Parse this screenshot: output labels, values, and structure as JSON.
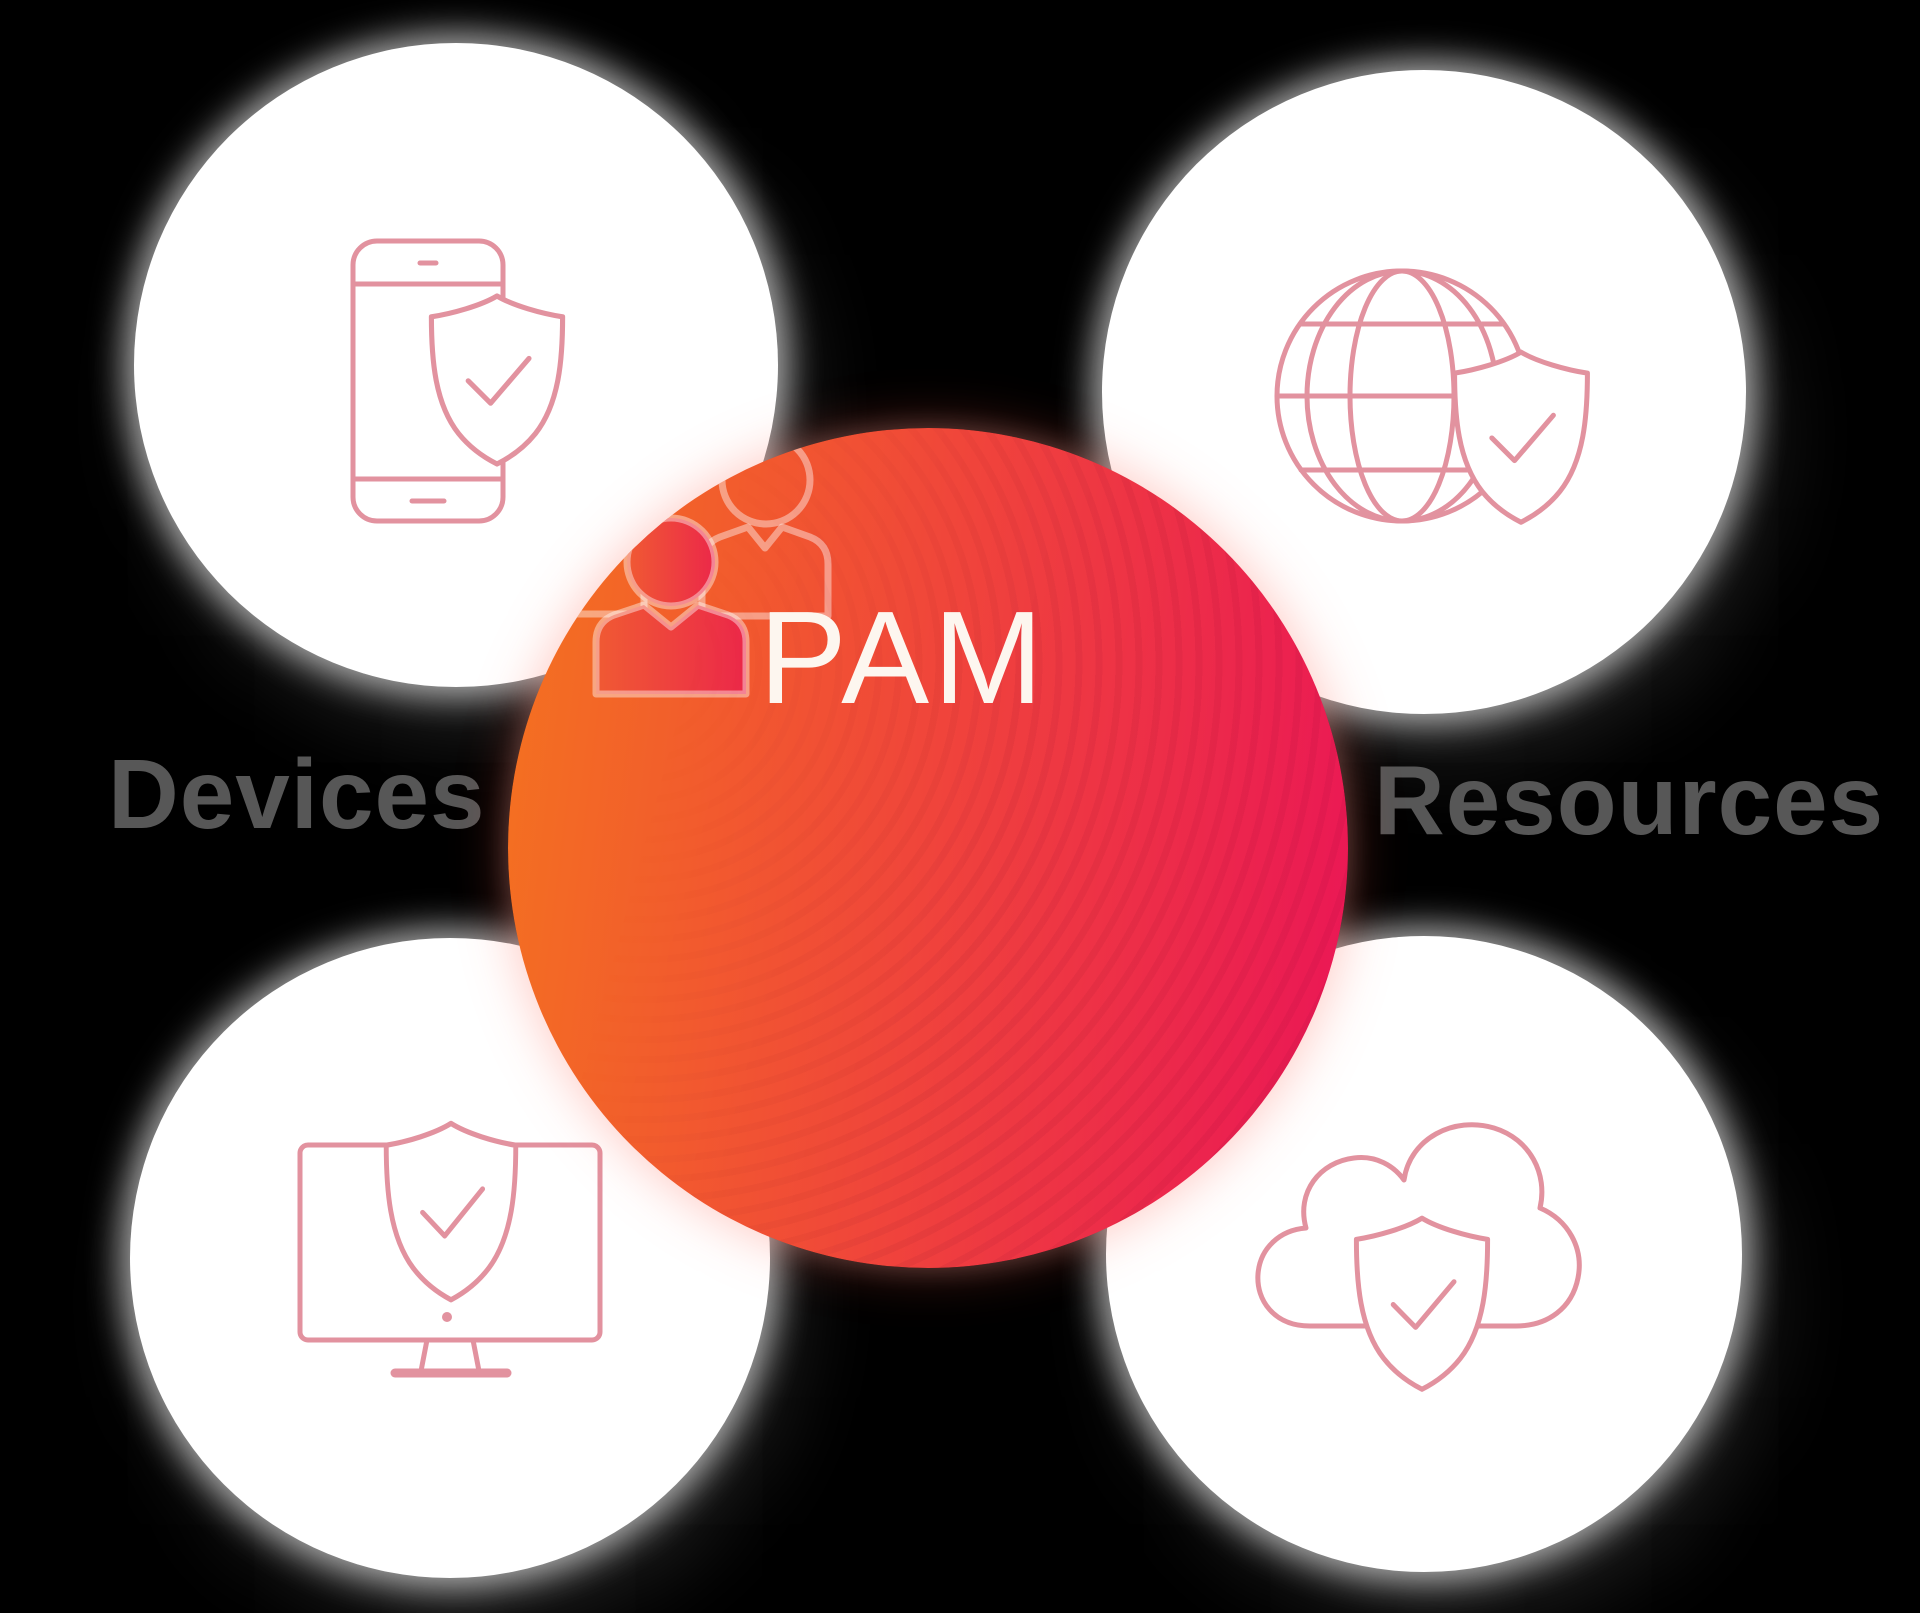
{
  "center": {
    "label": "PAM",
    "icon": "users-group-icon"
  },
  "labels": {
    "left": "Devices",
    "right": "Resources"
  },
  "nodes": [
    {
      "id": "top-left",
      "icon": "mobile-shield-icon"
    },
    {
      "id": "top-right",
      "icon": "globe-shield-icon"
    },
    {
      "id": "bottom-left",
      "icon": "monitor-shield-icon"
    },
    {
      "id": "bottom-right",
      "icon": "cloud-shield-icon"
    }
  ],
  "colors": {
    "bg": "#000000",
    "circle_fill": "#ffffff",
    "label_color": "#575757",
    "icon_stroke": "#e2929f",
    "pam_text": "#fdf6ef",
    "grad_start": "#f4731f",
    "grad_mid": "#f0463a",
    "grad_end": "#ea1457"
  }
}
